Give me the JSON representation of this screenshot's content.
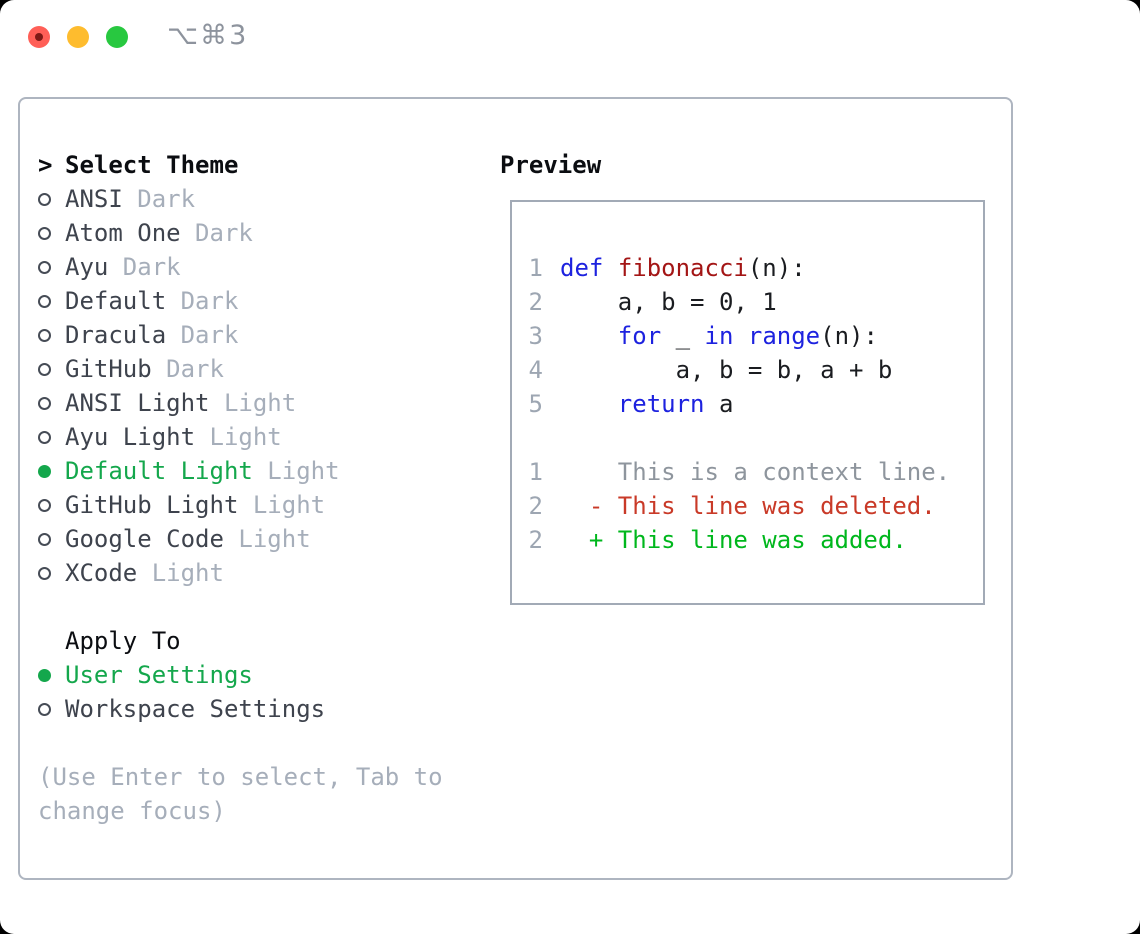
{
  "window": {
    "shortcut": "⌥⌘3",
    "traffic_lights": {
      "close": "#ff5f57",
      "close_dot": "#7d1a16",
      "minimize": "#febc2e",
      "zoom": "#28c840"
    }
  },
  "theme_list": {
    "heading_marker": ">",
    "heading": "Select Theme",
    "items": [
      {
        "name": "ANSI",
        "tag": "Dark",
        "selected": false
      },
      {
        "name": "Atom One",
        "tag": "Dark",
        "selected": false
      },
      {
        "name": "Ayu",
        "tag": "Dark",
        "selected": false
      },
      {
        "name": "Default",
        "tag": "Dark",
        "selected": false
      },
      {
        "name": "Dracula",
        "tag": "Dark",
        "selected": false
      },
      {
        "name": "GitHub",
        "tag": "Dark",
        "selected": false
      },
      {
        "name": "ANSI Light",
        "tag": "Light",
        "selected": false
      },
      {
        "name": "Ayu Light",
        "tag": "Light",
        "selected": false
      },
      {
        "name": "Default Light",
        "tag": "Light",
        "selected": true
      },
      {
        "name": "GitHub Light",
        "tag": "Light",
        "selected": false
      },
      {
        "name": "Google Code",
        "tag": "Light",
        "selected": false
      },
      {
        "name": "XCode",
        "tag": "Light",
        "selected": false
      }
    ]
  },
  "apply_to": {
    "heading": "Apply To",
    "options": [
      {
        "name": "User Settings",
        "selected": true
      },
      {
        "name": "Workspace Settings",
        "selected": false
      }
    ]
  },
  "help_text": "(Use Enter to select, Tab to change focus)",
  "preview": {
    "heading": "Preview",
    "lines": [
      {
        "num": "1",
        "tokens": [
          {
            "t": "def",
            "c": "keyword"
          },
          {
            "t": " ",
            "c": "plain"
          },
          {
            "t": "fibonacci",
            "c": "function"
          },
          {
            "t": "(n):",
            "c": "plain"
          }
        ]
      },
      {
        "num": "2",
        "tokens": [
          {
            "t": "    a, b = 0, 1",
            "c": "plain"
          }
        ]
      },
      {
        "num": "3",
        "tokens": [
          {
            "t": "    ",
            "c": "plain"
          },
          {
            "t": "for",
            "c": "keyword"
          },
          {
            "t": " _ ",
            "c": "plain"
          },
          {
            "t": "in",
            "c": "keyword"
          },
          {
            "t": " ",
            "c": "plain"
          },
          {
            "t": "range",
            "c": "keyword"
          },
          {
            "t": "(n):",
            "c": "plain"
          }
        ]
      },
      {
        "num": "4",
        "tokens": [
          {
            "t": "        a, b = b, a + b",
            "c": "plain"
          }
        ]
      },
      {
        "num": "5",
        "tokens": [
          {
            "t": "    ",
            "c": "plain"
          },
          {
            "t": "return",
            "c": "keyword"
          },
          {
            "t": " a",
            "c": "plain"
          }
        ]
      },
      {
        "num": "",
        "tokens": []
      },
      {
        "num": "1",
        "tokens": [
          {
            "t": "    This is a context line.",
            "c": "context"
          }
        ]
      },
      {
        "num": "2",
        "tokens": [
          {
            "t": "  - This line was deleted.",
            "c": "deleted"
          }
        ]
      },
      {
        "num": "2",
        "tokens": [
          {
            "t": "  + This line was added.",
            "c": "added"
          }
        ]
      }
    ]
  },
  "colors": {
    "keyword": "#1d22df",
    "function": "#a31515",
    "plain": "#1a1c20",
    "context": "#8e959d",
    "deleted": "#c93a28",
    "added": "#00b71d",
    "selection_green": "#14a74c",
    "muted_gray": "#a6aeba",
    "line_number_gray": "#9da6b2"
  }
}
